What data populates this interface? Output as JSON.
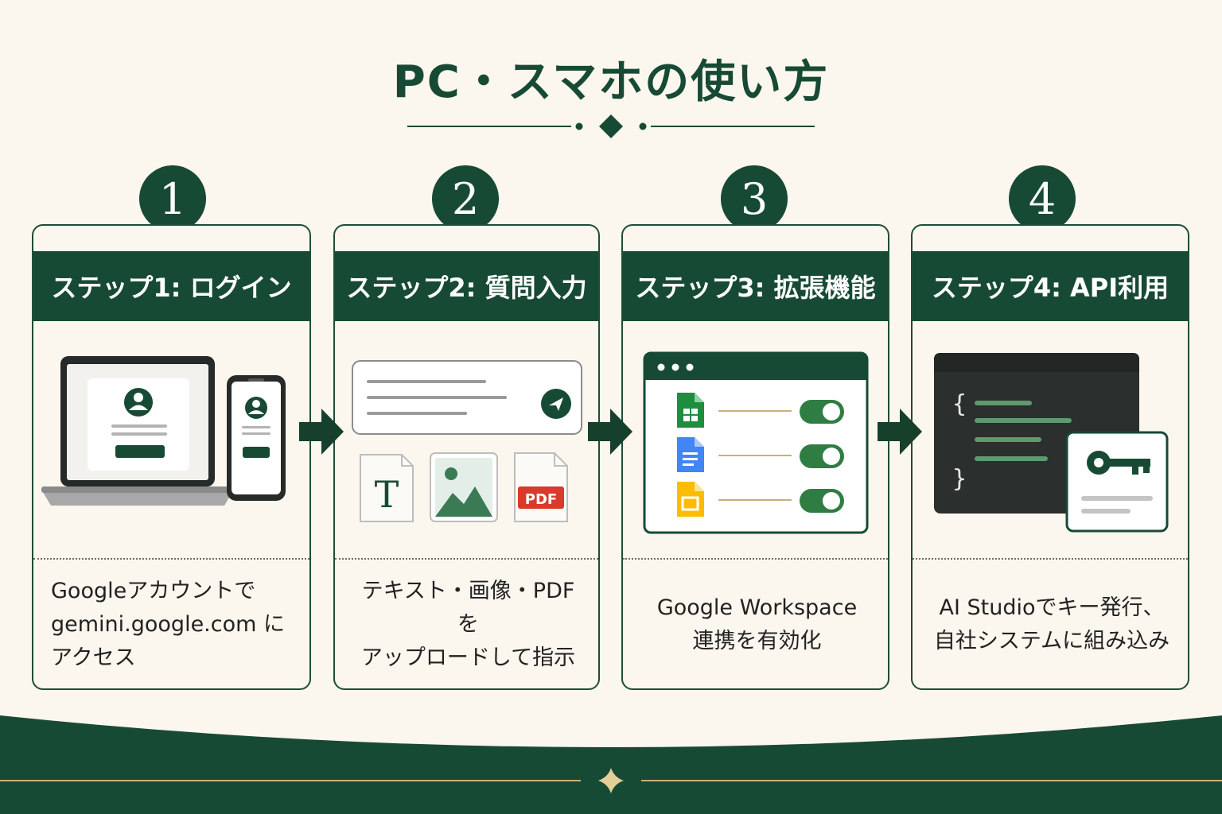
{
  "title": "PC・スマホの使い方",
  "steps": [
    {
      "number": "1",
      "heading": "ステップ1: ログイン",
      "lines": [
        "Googleアカウントで",
        "gemini.google.com に",
        "アクセス"
      ],
      "icons": [
        "laptop-icon",
        "smartphone-icon",
        "user-icon"
      ]
    },
    {
      "number": "2",
      "heading": "ステップ2: 質問入力",
      "lines": [
        "テキスト・画像・PDFを",
        "アップロードして指示"
      ],
      "icons": [
        "send-icon",
        "text-file-icon",
        "image-file-icon",
        "pdf-file-icon"
      ],
      "file_labels": {
        "text": "T",
        "pdf": "PDF"
      }
    },
    {
      "number": "3",
      "heading": "ステップ3: 拡張機能",
      "lines": [
        "Google Workspace",
        "連携を有効化"
      ],
      "icons": [
        "sheets-icon",
        "docs-icon",
        "slides-icon",
        "toggle-on-icon"
      ]
    },
    {
      "number": "4",
      "heading": "ステップ4: API利用",
      "lines": [
        "AI Studioでキー発行、",
        "自社システムに組み込み"
      ],
      "icons": [
        "code-editor-icon",
        "key-icon"
      ],
      "code_braces": {
        "open": "{",
        "close": "}"
      }
    }
  ],
  "colors": {
    "primary": "#174a34",
    "background": "#fbf7ee",
    "gold": "#c9b07a",
    "sheets": "#1e8e3e",
    "docs": "#4285f4",
    "slides": "#fbbc04",
    "pdf_red": "#d93a2b"
  }
}
